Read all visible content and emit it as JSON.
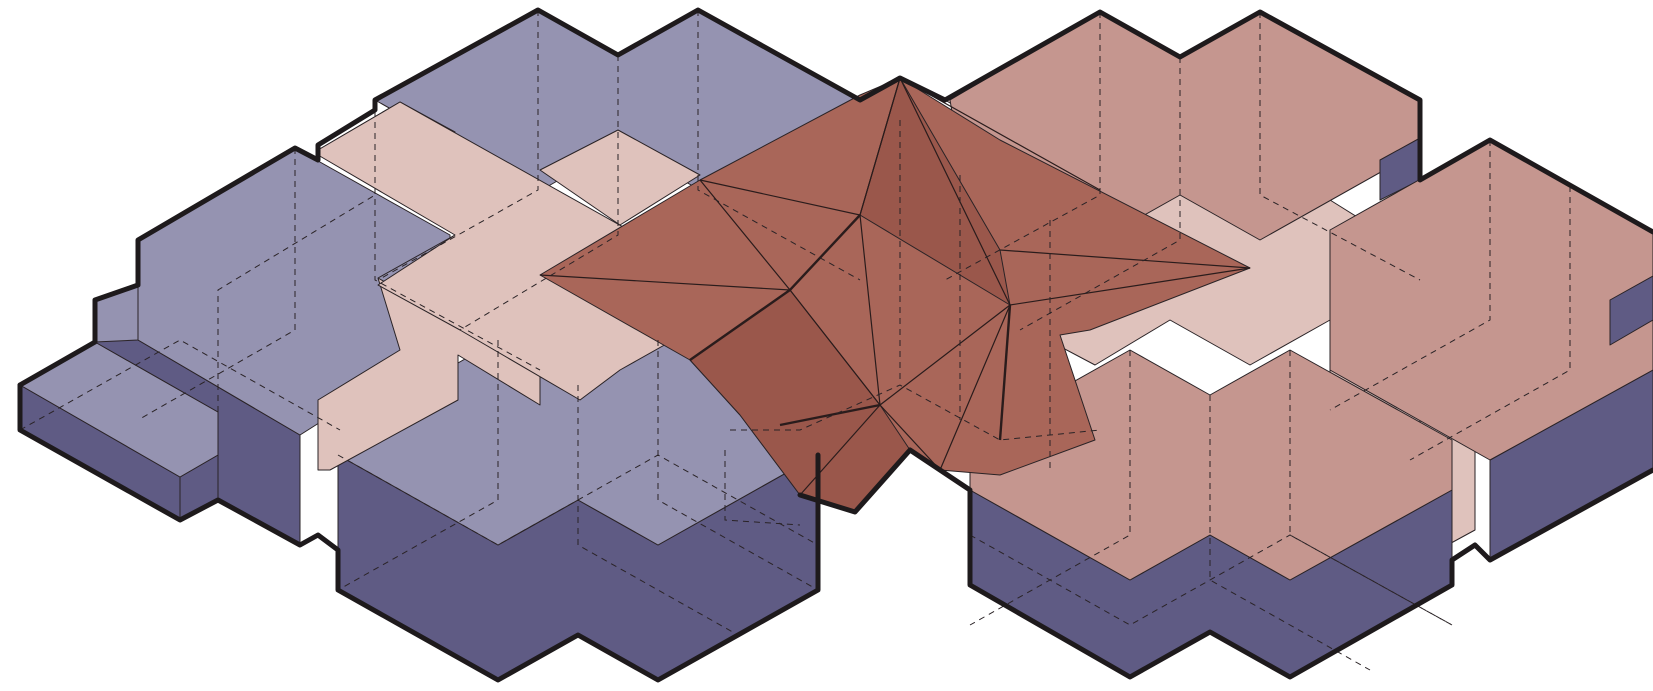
{
  "figure": {
    "description_text": "",
    "palette": {
      "blue_top": "#9593b1",
      "blue_side": "#5f5b84",
      "pink_top": "#c5968f",
      "pink_light": "#dfc2bc",
      "roof": "#a96659",
      "roof_dark": "#9a574b",
      "outline": "#1e1a1c"
    },
    "components": [
      "left-blue-cube-cluster",
      "right-pink-cube-cluster",
      "cross-shaped-light-slabs",
      "central-folded-roof"
    ]
  }
}
